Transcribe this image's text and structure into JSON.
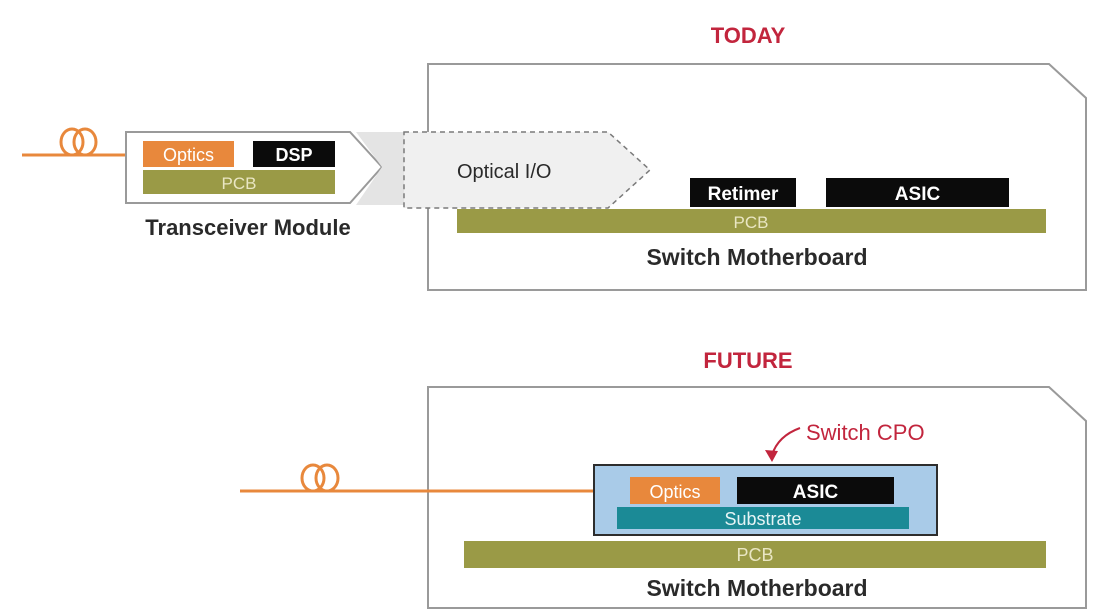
{
  "today": {
    "heading": "TODAY",
    "transceiver": {
      "optics": "Optics",
      "dsp": "DSP",
      "pcb": "PCB",
      "caption": "Transceiver Module"
    },
    "optical_io": "Optical I/O",
    "retimer": "Retimer",
    "asic": "ASIC",
    "pcb": "PCB",
    "caption": "Switch Motherboard"
  },
  "future": {
    "heading": "FUTURE",
    "callout": "Switch CPO",
    "optics": "Optics",
    "asic": "ASIC",
    "substrate": "Substrate",
    "pcb": "PCB",
    "caption": "Switch Motherboard"
  },
  "colors": {
    "heading": "#c2253d",
    "optics": "#e8883c",
    "pcb": "#9a9a46",
    "chip": "#0b0b0b",
    "substrate": "#1b8a96",
    "cpo_package": "#a9cbe8",
    "fiber": "#e8883c",
    "frame": "#9a9a9a"
  }
}
